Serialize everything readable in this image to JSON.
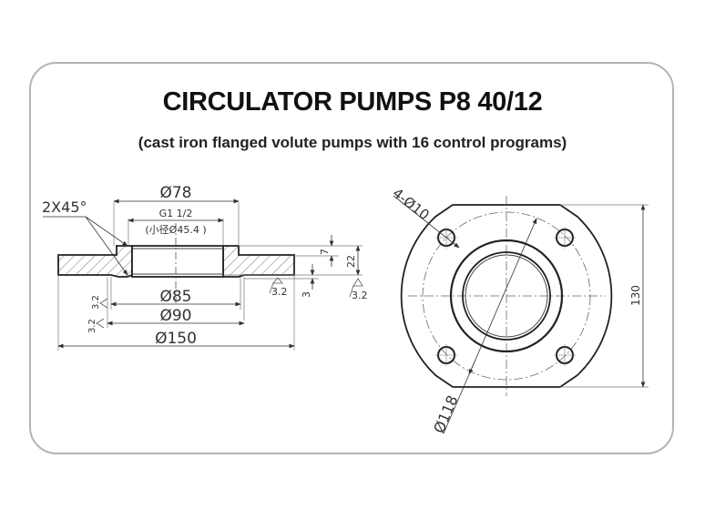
{
  "header": {
    "title": "CIRCULATOR PUMPS P8 40/12",
    "subtitle": "(cast iron flanged volute pumps with 16 control programs)"
  },
  "section_view": {
    "chamfer_note": "2X45°",
    "dim_top_outer": "Ø78",
    "thread_spec": "G1 1/2",
    "thread_minor": "(小径Ø45.4 )",
    "dim_85": "Ø85",
    "dim_90": "Ø90",
    "dim_150": "Ø150",
    "dim_7": "7",
    "dim_22": "22",
    "dim_3": "3",
    "roughness_a": "3.2",
    "roughness_b": "3.2",
    "roughness_c": "3.2",
    "roughness_d": "3.2"
  },
  "front_view": {
    "holes_note": "4-Ø10",
    "dim_height": "130",
    "dim_bolt_circle": "Ø118"
  },
  "colors": {
    "frame_border": "#b4b4b4",
    "line": "#333333",
    "hatch": "#555555"
  }
}
